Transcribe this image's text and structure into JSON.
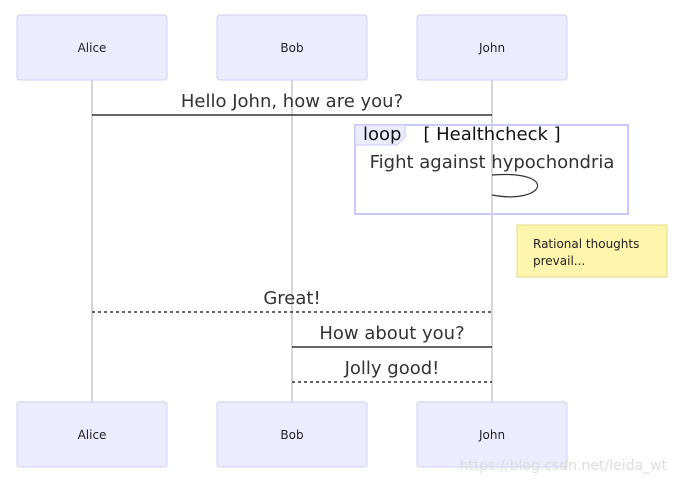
{
  "actors": [
    {
      "id": "alice",
      "label": "Alice"
    },
    {
      "id": "bob",
      "label": "Bob"
    },
    {
      "id": "john",
      "label": "John"
    }
  ],
  "messages": [
    {
      "from": "Alice",
      "to": "John",
      "text": "Hello John, how are you?",
      "style": "solid"
    },
    {
      "from": "John",
      "to": "John",
      "text": "Fight against hypochondria",
      "style": "solid"
    },
    {
      "from": "John",
      "to": "Alice",
      "text": "Great!",
      "style": "dotted"
    },
    {
      "from": "John",
      "to": "Bob",
      "text": "How about you?",
      "style": "solid"
    },
    {
      "from": "Bob",
      "to": "John",
      "text": "Jolly good!",
      "style": "dotted"
    }
  ],
  "loop": {
    "keyword": "loop",
    "condition": "[ Healthcheck ]"
  },
  "note": {
    "line1": "Rational thoughts",
    "line2": "prevail..."
  },
  "watermark": "https://blog.csdn.net/leida_wt",
  "colors": {
    "actor_fill": "#ececff",
    "actor_border": "#cfcff5",
    "note_fill": "#fff5ad",
    "lifeline": "#d6d6d6",
    "message_line": "#333333"
  }
}
